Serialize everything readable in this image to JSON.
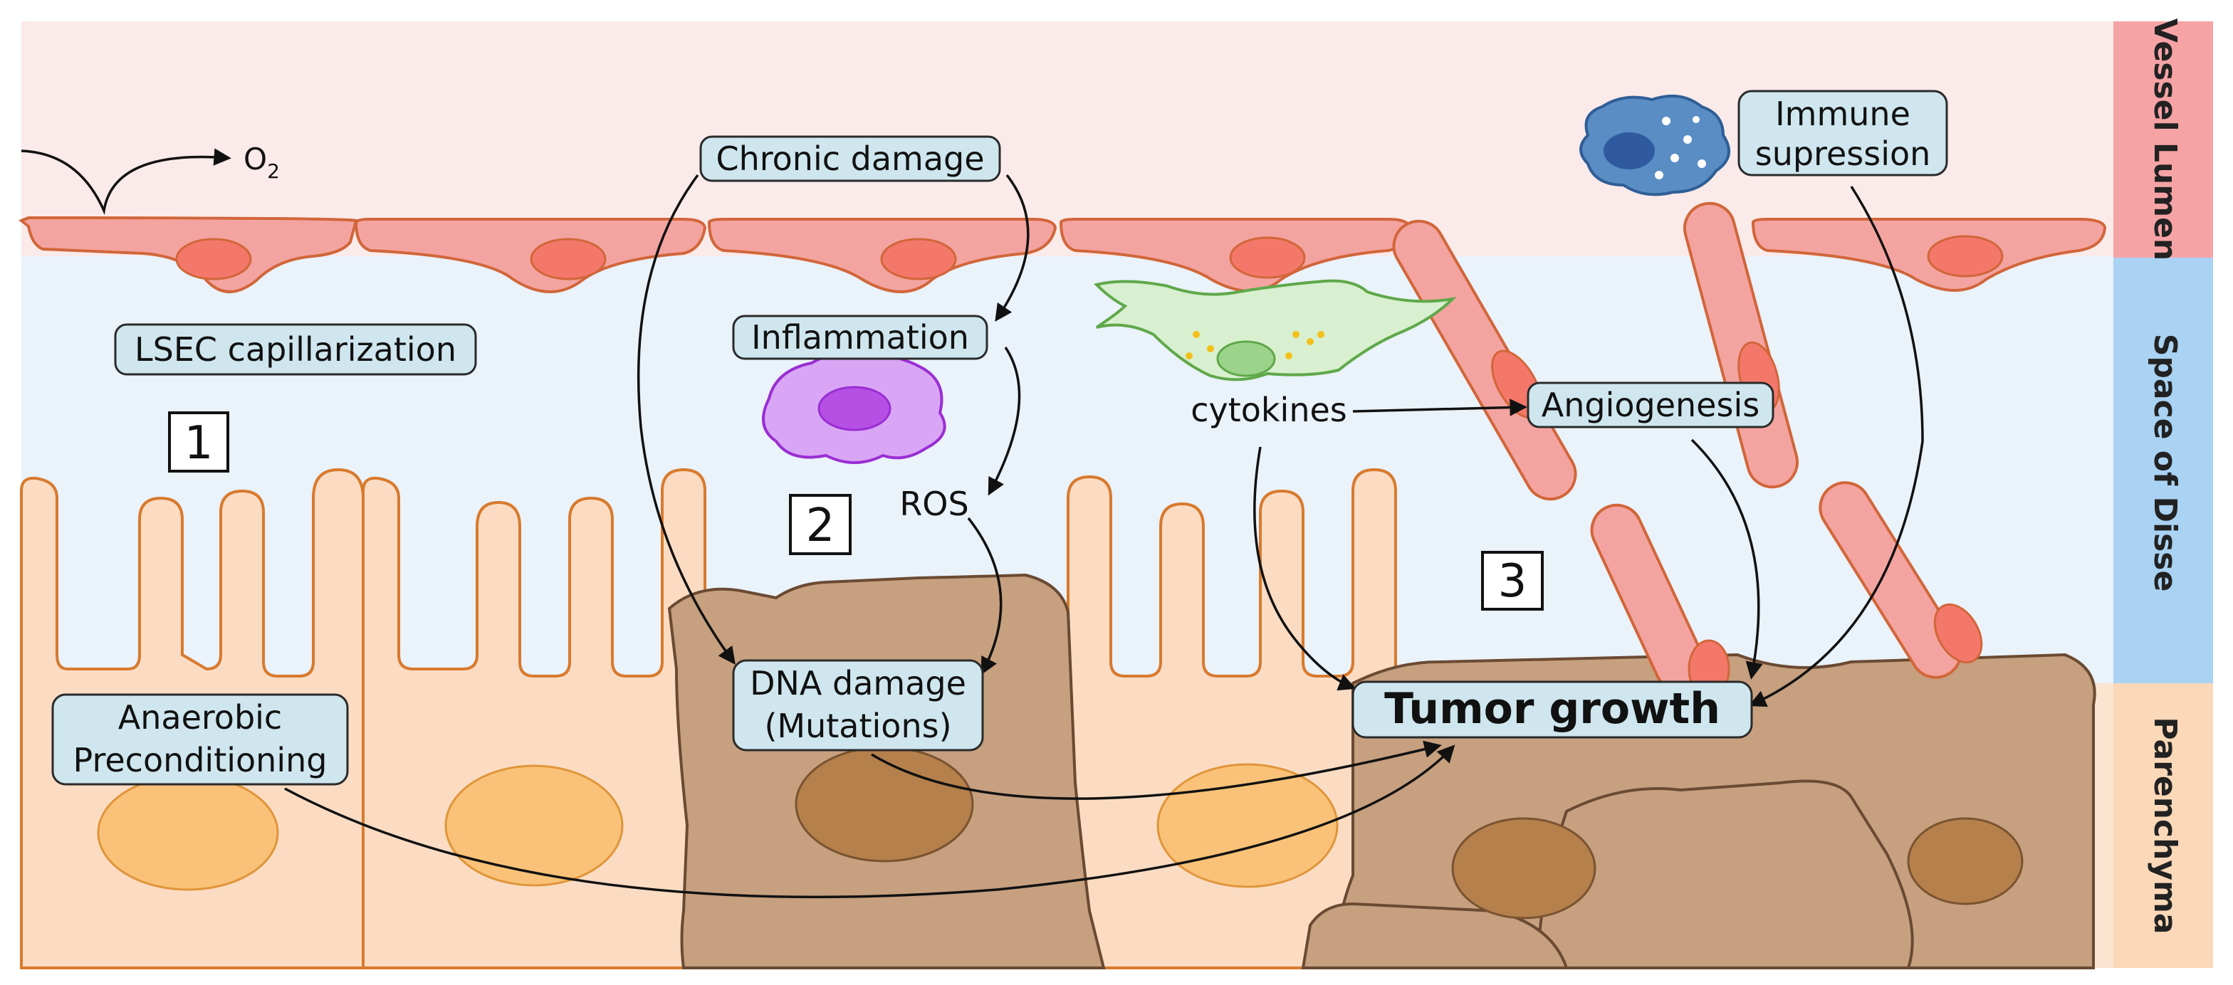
{
  "zones": {
    "vessel_lumen": "Vessel Lumen",
    "space_of_disse": "Space of Disse",
    "parenchyma": "Parenchyma"
  },
  "oxygen": {
    "symbol": "O",
    "subscript": "2"
  },
  "labels": {
    "lsec_capillarization": "LSEC capillarization",
    "chronic_damage": "Chronic damage",
    "inflammation": "Inflammation",
    "ros": "ROS",
    "dna_damage_line1": "DNA damage",
    "dna_damage_line2": "(Mutations)",
    "anaerobic_line1": "Anaerobic",
    "anaerobic_line2": "Preconditioning",
    "cytokines": "cytokines",
    "angiogenesis": "Angiogenesis",
    "immune_line1": "Immune",
    "immune_line2": "supression",
    "tumor_growth": "Tumor growth"
  },
  "steps": {
    "one": "1",
    "two": "2",
    "three": "3"
  },
  "colors": {
    "vessel_lumen_bg": "#fbeaea",
    "disse_bg": "#eaf2fa",
    "parenchyma_bg": "#fbe4d0",
    "side_vessel": "#f6a3a6",
    "side_disse": "#a9d2f3",
    "side_parenchyma": "#fbd8b8",
    "label_box": "#cfe6ee"
  },
  "icons": {
    "macrophage": "purple-cell-icon",
    "stellate": "green-stellate-cell-icon",
    "immune_cell": "blue-immune-cell-icon"
  }
}
